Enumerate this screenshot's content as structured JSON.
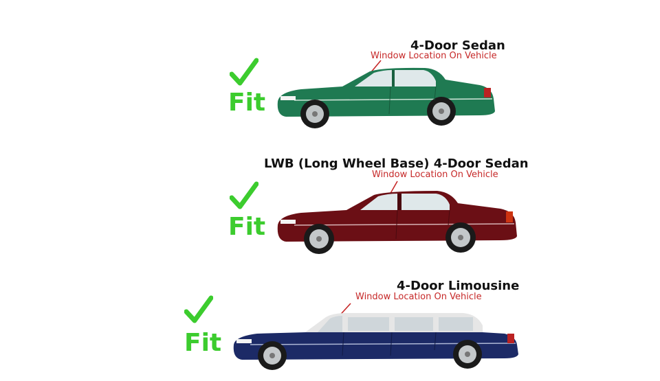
{
  "colors": {
    "fit_green": "#3ccc2e",
    "note_red": "#c62828",
    "sedan_green": "#1f7a52",
    "lwb_maroon": "#6b0f15",
    "limo_navy": "#1c2a66",
    "limo_roof": "#e6e6e6"
  },
  "rows": [
    {
      "fit_label": "Fit",
      "title": "4-Door Sedan",
      "note": "Window Location On Vehicle",
      "car_icon": "sedan-car-illustration"
    },
    {
      "fit_label": "Fit",
      "title": "LWB (Long Wheel Base) 4-Door Sedan",
      "note": "Window Location On Vehicle",
      "car_icon": "lwb-sedan-car-illustration"
    },
    {
      "fit_label": "Fit",
      "title": "4-Door Limousine",
      "note": "Window Location On Vehicle",
      "car_icon": "limousine-car-illustration"
    }
  ]
}
